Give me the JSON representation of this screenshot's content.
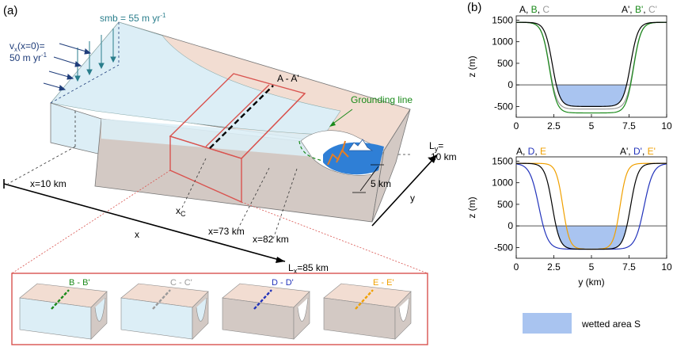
{
  "panel_a": {
    "label": "(a)",
    "smb": "smb = 55 m yr",
    "smb_exp": "-1",
    "vx_line1": "v",
    "vx_sub": "x",
    "vx_line1_rest": "(x=0)=",
    "vx_line2": "50 m yr",
    "vx_exp": "-1",
    "section_label": "A - A'",
    "grounding_line": "Grounding line",
    "x10": "x=10 km",
    "xc_pre": "x",
    "xc_sub": "C",
    "x73": "x=73 km",
    "x82": "x=82 km",
    "lx_pre": "L",
    "lx_sub": "x",
    "lx_rest": "=85 km",
    "ly_pre": "L",
    "ly_sub": "y",
    "ly_rest": "=",
    "ly_val": "10 km",
    "five_km": "5 km",
    "x_axis": "x",
    "y_axis": "y",
    "insets": [
      {
        "label": "B - B'",
        "color": "#1a8a1a"
      },
      {
        "label": "C - C'",
        "color": "#9a9a9a"
      },
      {
        "label": "D - D'",
        "color": "#2233bb"
      },
      {
        "label": "E - E'",
        "color": "#f0a000"
      }
    ]
  },
  "panel_b": {
    "label": "(b)",
    "top": {
      "left_title": [
        "A, ",
        "B",
        ", ",
        "C"
      ],
      "right_title": [
        "A', ",
        "B'",
        ", ",
        "C'"
      ],
      "ylabel": "z (m)",
      "yticks": [
        "1500",
        "1000",
        "500",
        "0",
        "-500"
      ],
      "xticks": [
        "0",
        "2.5",
        "5",
        "7.5",
        "10"
      ]
    },
    "bottom": {
      "left_title": [
        "A, ",
        "D",
        ", ",
        "E"
      ],
      "right_title": [
        "A', ",
        "D'",
        ", ",
        "E'"
      ],
      "ylabel": "z (m)",
      "xlabel": "y (km)",
      "yticks": [
        "1500",
        "1000",
        "500",
        "0",
        "-500"
      ],
      "xticks": [
        "0",
        "2.5",
        "5",
        "7.5",
        "10"
      ]
    },
    "legend": "wetted area S"
  },
  "colors": {
    "ice": "#dceef6",
    "rock_top": "#f2ddd2",
    "rock_side": "#d3c9c4",
    "red": "#d9534f",
    "water": "#2f7fd6",
    "wet": "#a9c4f0",
    "green": "#1a8a1a",
    "gray": "#9a9a9a",
    "blue": "#2233bb",
    "orange": "#f0a000",
    "teal": "#2a7e8c",
    "navy": "#1f3d7a"
  }
}
